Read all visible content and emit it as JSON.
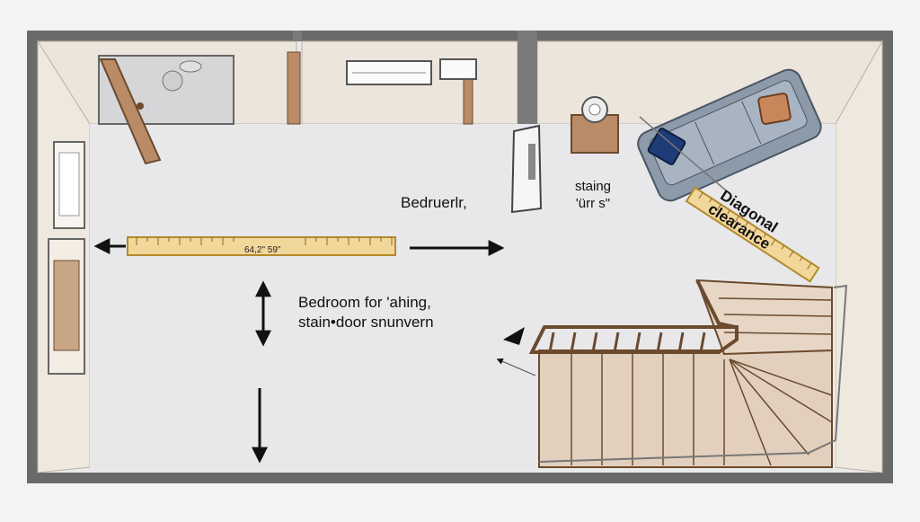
{
  "labels": {
    "bedroom_title": "Bedruerlr,",
    "bedroom_note_line1": "Bedroom  for 'ahing,",
    "bedroom_note_line2": "stain•door snunvern",
    "staircase_line1": "staing",
    "staircase_line2": "'ürr   s\"",
    "diagonal_line1": "Diagonal",
    "diagonal_line2": "clearance"
  },
  "rulers": {
    "horizontal_reading": "64,2\"  59\""
  },
  "colors": {
    "wall": "#5d5d5d",
    "floor": "#e9e9ea",
    "back_wall": "#ece5dc",
    "ruler": "#f2d79a",
    "ruler_edge": "#b48a2c",
    "wood": "#d9bfa8",
    "wood_dark": "#a3785a",
    "sofa": "#8c9aaa",
    "pillow_orange": "#c9865a",
    "pillow_blue": "#1f3c78",
    "arrow": "#111111"
  }
}
